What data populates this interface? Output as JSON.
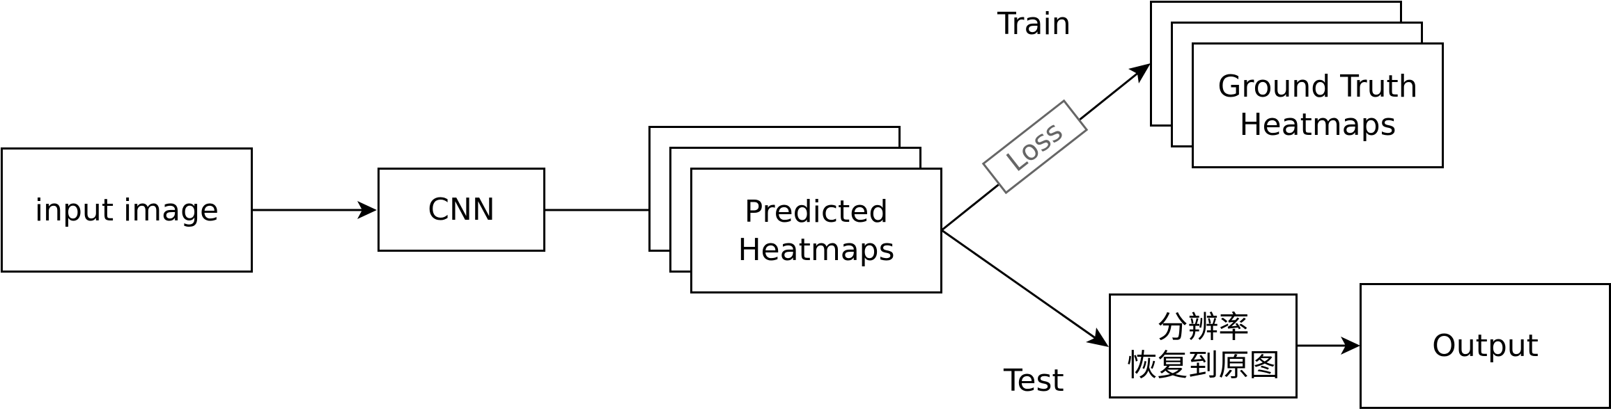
{
  "nodes": {
    "input": "input image",
    "cnn": "CNN",
    "predicted": [
      "Predicted",
      "Heatmaps"
    ],
    "ground_truth": [
      "Ground Truth",
      "Heatmaps"
    ],
    "resolution": [
      "分辨率",
      "恢复到原图"
    ],
    "output": "Output"
  },
  "edge_labels": {
    "train": "Train",
    "test": "Test",
    "loss": "Loss"
  },
  "colors": {
    "stroke": "#000000",
    "loss_stroke": "#666666",
    "background": "#ffffff"
  }
}
